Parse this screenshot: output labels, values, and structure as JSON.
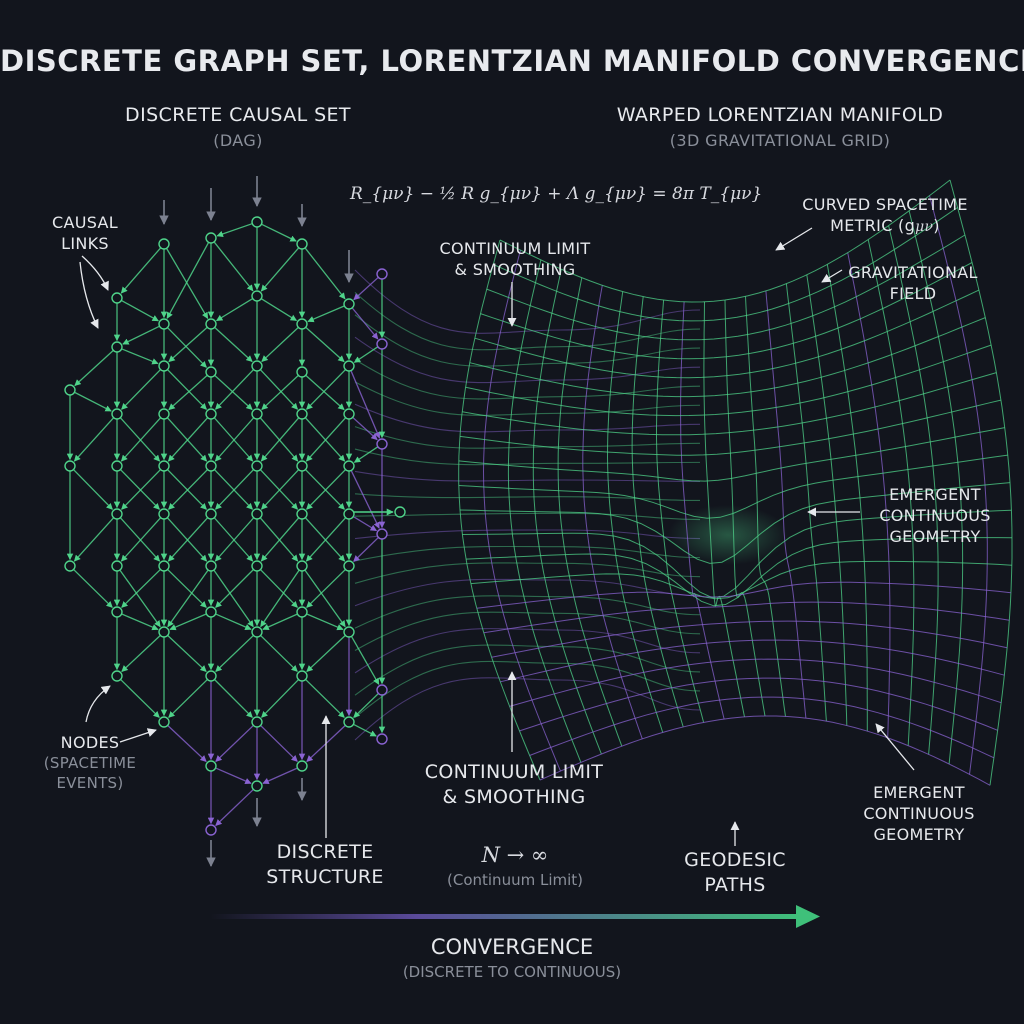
{
  "title": "DISCRETE GRAPH SET, LORENTZIAN MANIFOLD CONVERGENCE",
  "left_panel": {
    "heading": "DISCRETE CAUSAL SET",
    "subheading": "(DAG)"
  },
  "right_panel": {
    "heading": "WARPED LORENTZIAN MANIFOLD",
    "subheading": "(3D GRAVITATIONAL GRID)"
  },
  "equation": "R_{μν} − ½ R g_{μν} + Λ g_{μν} = 8π T_{μν}",
  "labels": {
    "causal_links": [
      "CAUSAL",
      "LINKS"
    ],
    "nodes": "NODES",
    "nodes_sub": [
      "(SPACETIME",
      "EVENTS)"
    ],
    "discrete_structure": [
      "DISCRETE",
      "STRUCTURE"
    ],
    "continuum_top": [
      "CONTINUUM LIMIT",
      "& SMOOTHING"
    ],
    "continuum_bottom": [
      "CONTINUUM LIMIT",
      "& SMOOTHING"
    ],
    "curved_metric": [
      "CURVED SPACETIME",
      "METRIC (g"
    ],
    "gravitational_field": [
      "GRAVITATIONAL",
      "FIELD"
    ],
    "emergent_mid": [
      "EMERGENT",
      "CONTINUOUS",
      "GEOMETRY"
    ],
    "emergent_bottom": [
      "EMERGENT",
      "CONTINUOUS",
      "GEOMETRY"
    ],
    "geodesic": [
      "GEODESIC",
      "PATHS"
    ],
    "n_limit": "N → ∞",
    "n_limit_sub": "(Continuum Limit)",
    "convergence": "CONVERGENCE",
    "convergence_sub": "(DISCRETE TO CONTINUOUS)"
  },
  "colors": {
    "background": "#12151d",
    "green": "#4fd38a",
    "purple": "#8a63d2",
    "grey_arrow": "#7c8190",
    "text": "#e6e8ec",
    "text_muted": "#8a8f9a"
  }
}
